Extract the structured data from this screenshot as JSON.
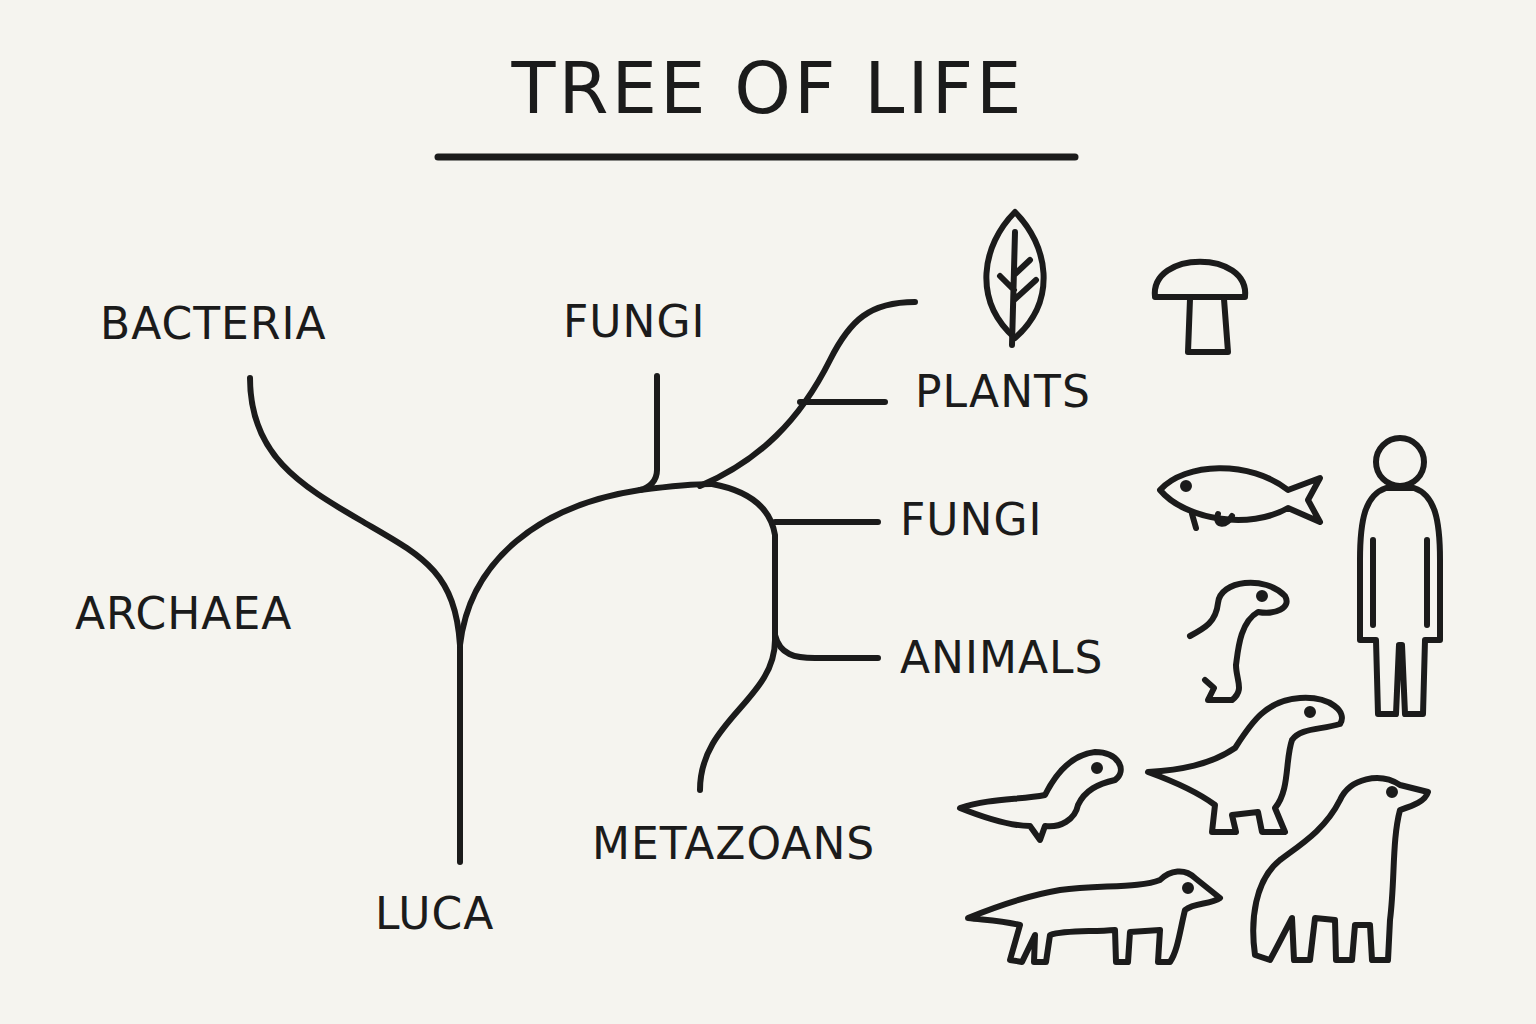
{
  "diagram": {
    "title": "TREE OF LIFE",
    "labels": [
      "BACTERIA",
      "FUNGI",
      "PLANTS",
      "FUNGI",
      "ARCHAEA",
      "ANIMALS",
      "METAZOANS",
      "LUCA"
    ]
  }
}
